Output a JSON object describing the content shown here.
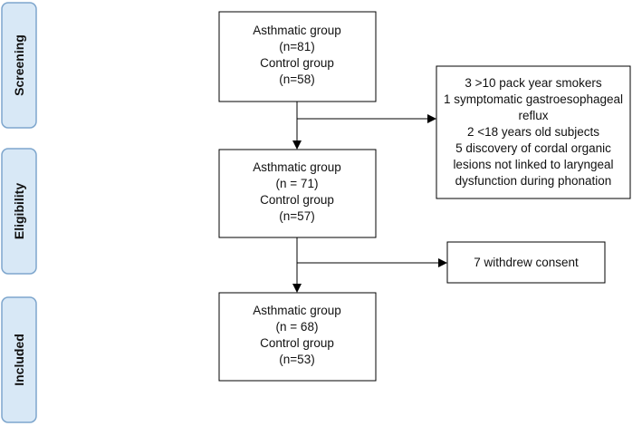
{
  "stages": {
    "screening": "Screening",
    "eligibility": "Eligibility",
    "included": "Included"
  },
  "boxes": {
    "screening": [
      "Asthmatic group",
      "(n=81)",
      "Control group",
      "(n=58)"
    ],
    "eligibility": [
      "Asthmatic group",
      "(n = 71)",
      "Control group",
      "(n=57)"
    ],
    "included": [
      "Asthmatic group",
      "(n = 68)",
      "Control group",
      "(n=53)"
    ],
    "exclusions": [
      "3 >10 pack year smokers",
      "1 symptomatic gastroesophageal",
      "reflux",
      "2 <18 years old subjects",
      "5 discovery of cordal organic",
      "lesions not linked to laryngeal",
      "dysfunction during phonation"
    ],
    "withdrawal": [
      "7 withdrew consent"
    ]
  },
  "colors": {
    "stage_fill": "#d8e8f6",
    "stage_border": "#7ea6cd",
    "box_border": "#000000"
  }
}
